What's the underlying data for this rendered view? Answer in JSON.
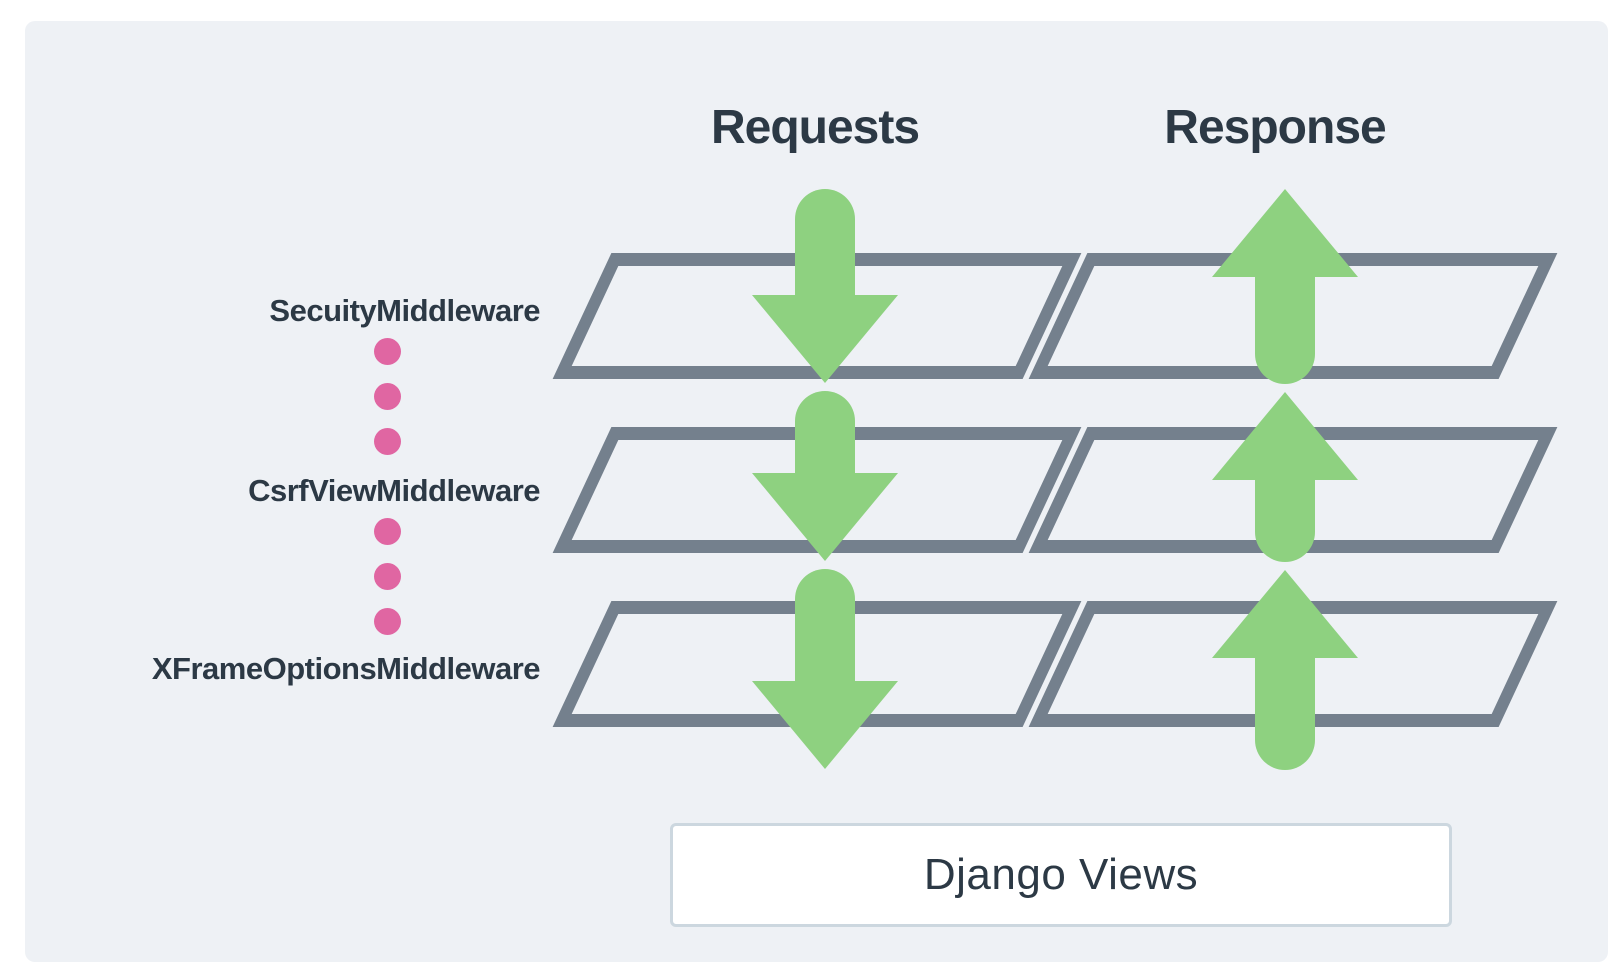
{
  "diagram": {
    "heading_requests": "Requests",
    "heading_response": "Response",
    "middleware": [
      {
        "label": "SecuityMiddleware"
      },
      {
        "label": "CsrfViewMiddleware"
      },
      {
        "label": "XFrameOptionsMiddleware"
      }
    ],
    "views_box_label": "Django Views",
    "layer_rows": 3,
    "dot_groups": 2,
    "dots_per_group": 3
  },
  "colors": {
    "page-bg": "#ffffff",
    "panel-bg": "#eef1f5",
    "outline-gray": "#74808d",
    "arrow-green": "#8ed180",
    "dot-pink": "#e066a2",
    "text-dark": "#2c3945",
    "box-border": "#ccd7df",
    "box-bg": "#ffffff"
  }
}
